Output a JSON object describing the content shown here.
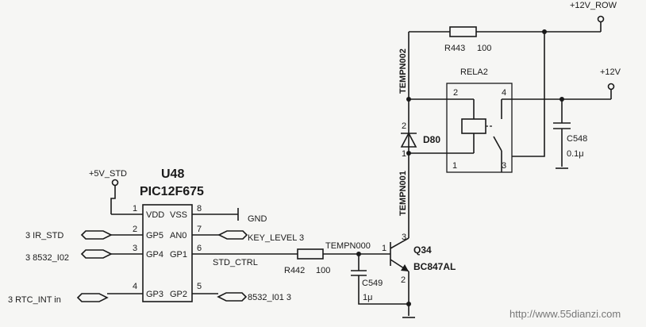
{
  "ic": {
    "ref": "U48",
    "part": "PIC12F675",
    "pins": [
      {
        "num": "1",
        "name": "VDD"
      },
      {
        "num": "2",
        "name": "GP5"
      },
      {
        "num": "3",
        "name": "GP4"
      },
      {
        "num": "4",
        "name": "GP3"
      },
      {
        "num": "8",
        "name": "VSS"
      },
      {
        "num": "7",
        "name": "AN0"
      },
      {
        "num": "6",
        "name": "GP1"
      },
      {
        "num": "5",
        "name": "GP2"
      }
    ]
  },
  "nets": {
    "plus5": "+5V_STD",
    "gnd": "GND",
    "ir_std": "3 IR_STD",
    "i02": "3 8532_I02",
    "rtc": "3 RTC_INT in",
    "key": "KEY_LEVEL 3",
    "i01": "8532_I01 3",
    "std_ctrl": "STD_CTRL",
    "tempn000": "TEMPN000",
    "tempn001": "TEMPN001",
    "tempn002": "TEMPN002",
    "plus12row": "+12V_ROW",
    "plus12": "+12V"
  },
  "parts": {
    "r442": {
      "ref": "R442",
      "value": "100"
    },
    "r443": {
      "ref": "R443",
      "value": "100"
    },
    "c549": {
      "ref": "C549",
      "value": "1μ"
    },
    "c548": {
      "ref": "C548",
      "value": "0.1μ"
    },
    "q34": {
      "ref": "Q34",
      "value": "BC847AL",
      "pin_b": "1",
      "pin_c": "3",
      "pin_e": "2"
    },
    "d80": {
      "ref": "D80",
      "pin_a": "1",
      "pin_k": "2"
    },
    "rela2": {
      "ref": "RELA2",
      "pins": [
        "2",
        "4",
        "1",
        "3"
      ]
    }
  },
  "watermark": "http://www.55dianzi.com",
  "colors": {
    "ink": "#1a1a1a",
    "paper": "#f6f6f4",
    "watermark": "#777777"
  }
}
